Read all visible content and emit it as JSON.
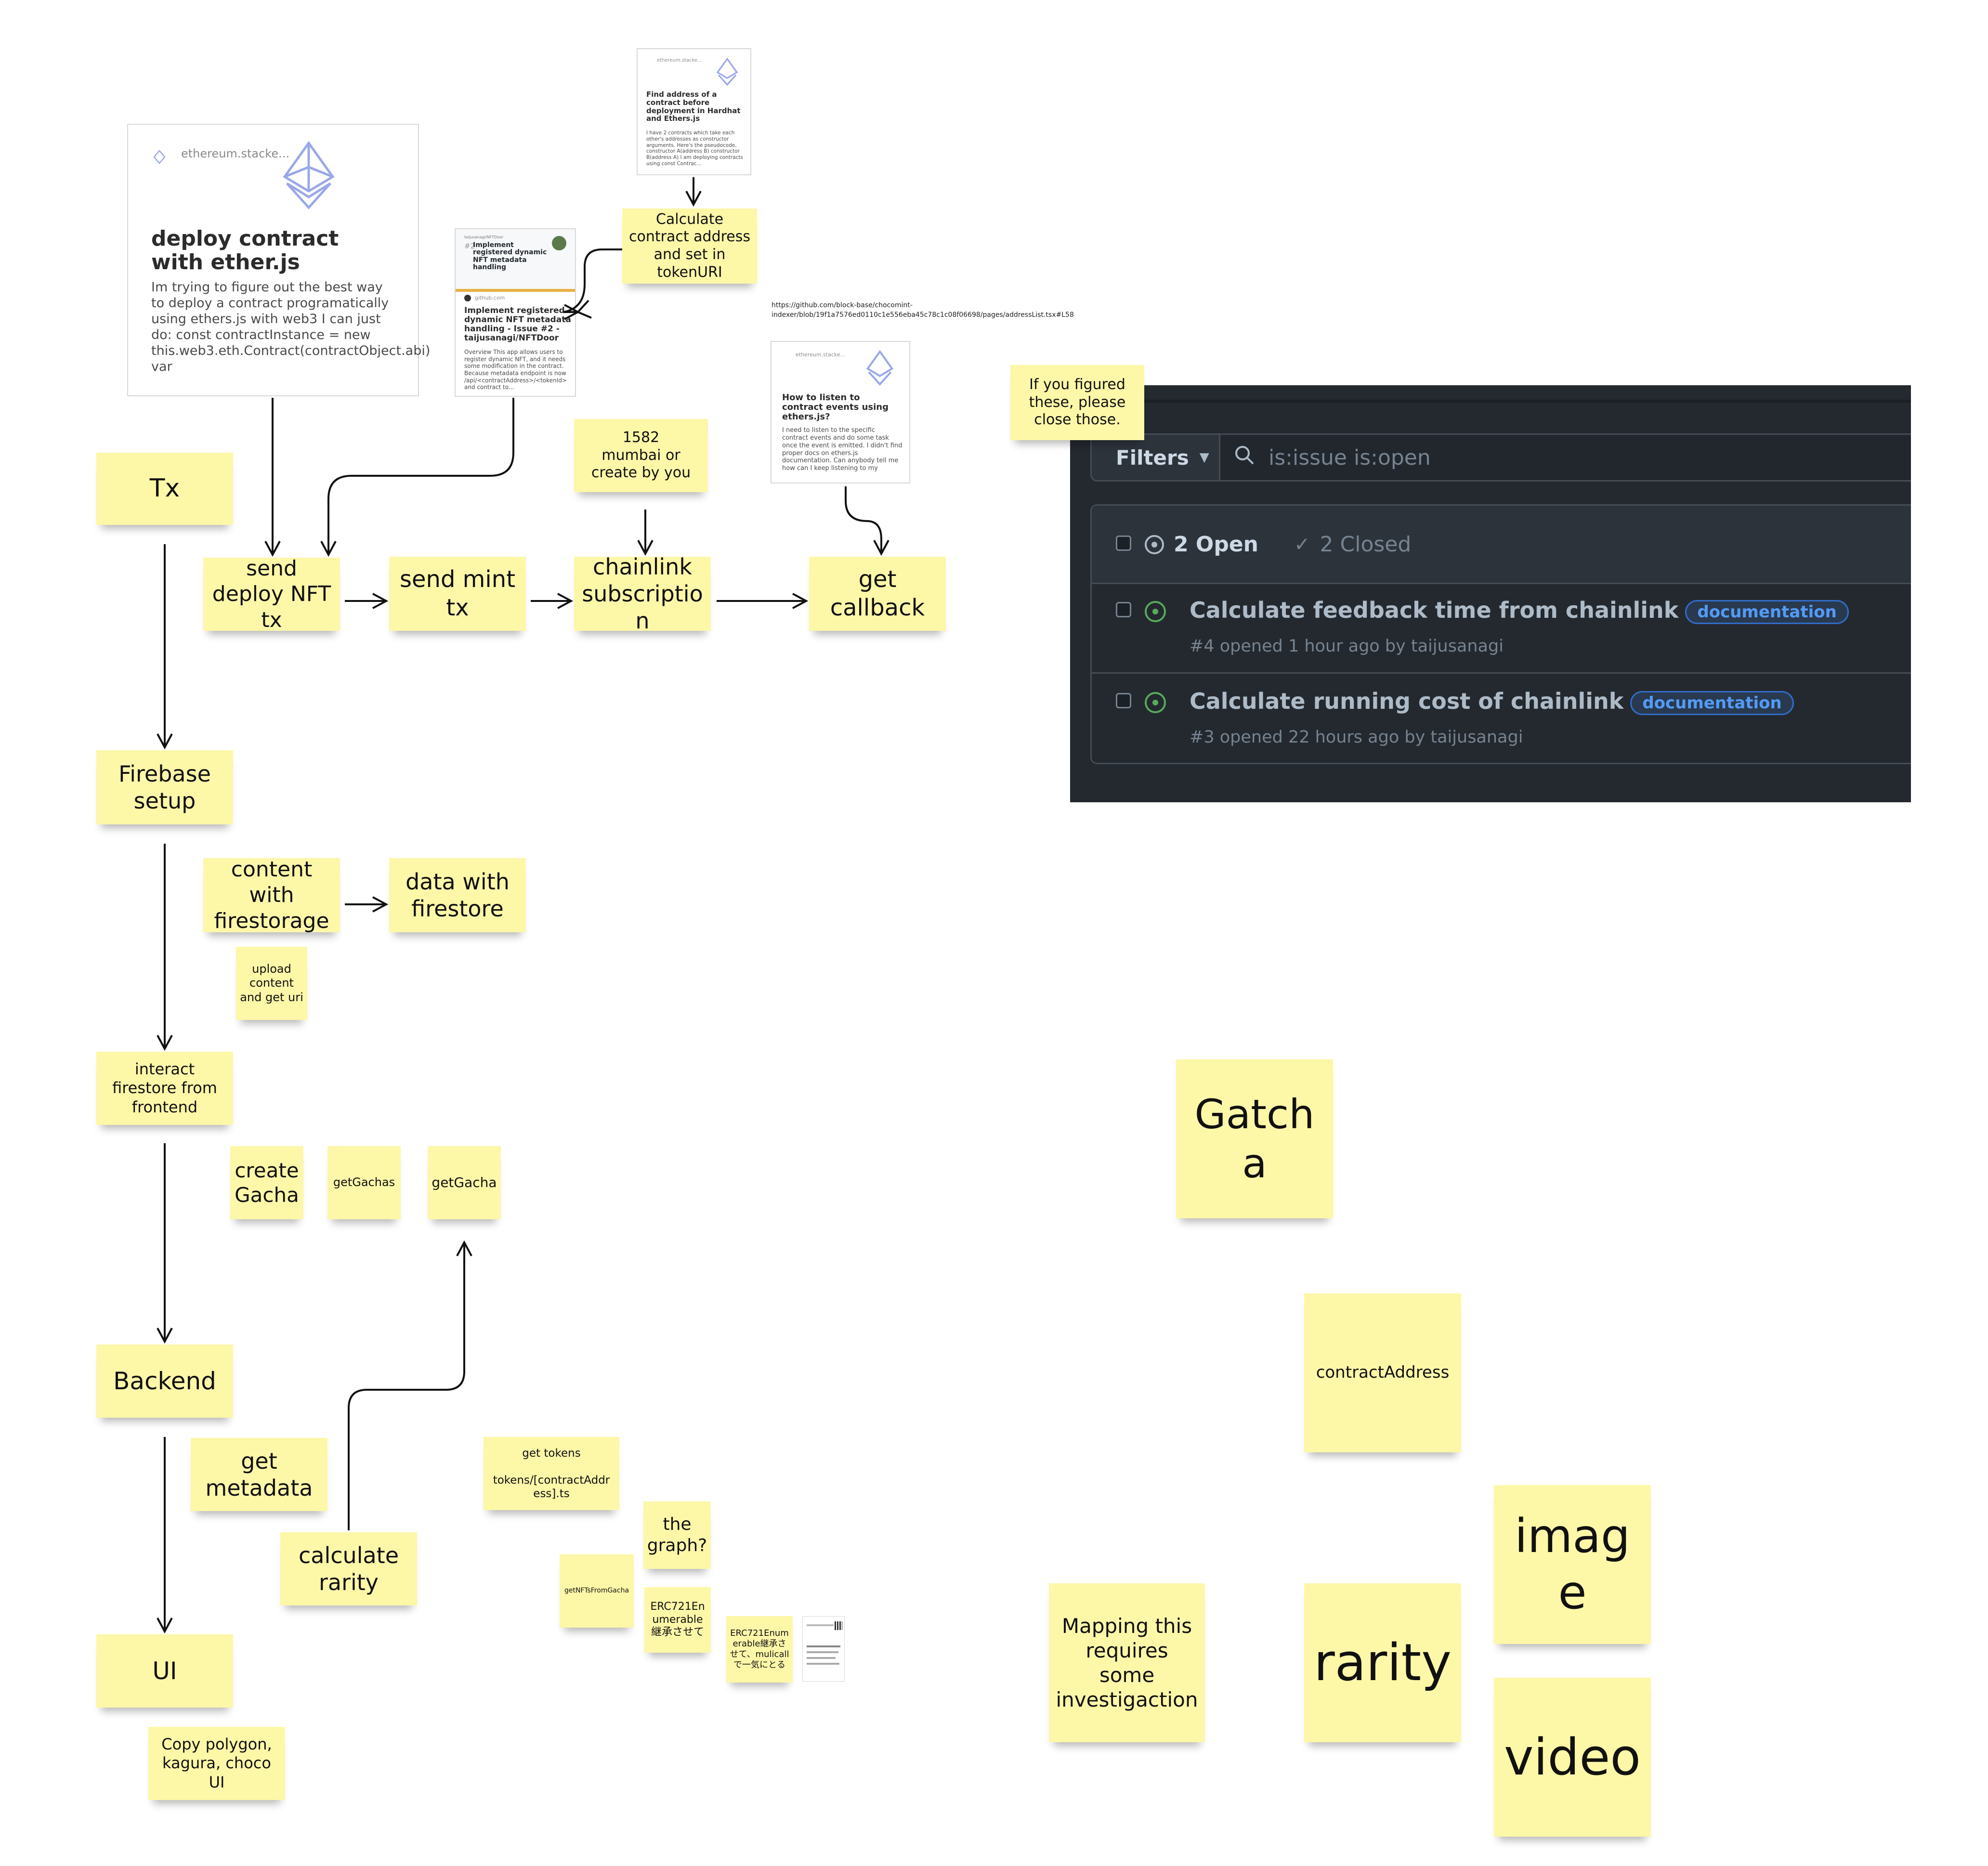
{
  "cards": {
    "deploy": {
      "site": "ethereum.stacke...",
      "title": "deploy contract with ether.js",
      "desc": "Im trying to figure out the best way to deploy a contract programatically using ethers.js with web3 I can just do: const contractInstance = new this.web3.eth.Contract(contractObject.abi) var"
    },
    "find_address": {
      "site": "ethereum.stacke...",
      "title": "Find address of a contract before deployment in Hardhat and Ethers.js",
      "desc": "I have 2 contracts which take each other's addresses as constructor arguments. Here's the pseudocode, constructor A(address B) constructor B(address A) I am deploying contracts using const Contrac..."
    },
    "github_issue": {
      "header": "taijusanagi/NFTDoor",
      "hash": "#2",
      "header_title": "Implement registered dynamic NFT metadata handling",
      "site": "github.com",
      "title": "Implement registered dynamic NFT metadata handling - Issue #2 - taijusanagi/NFTDoor",
      "desc": "Overview This app allows users to register dynamic NFT, and it needs some modification in the contract. Because metadata endpoint is now /api/<contractAddress>/<tokenId> and contract to..."
    },
    "listen_events": {
      "site": "ethereum.stacke...",
      "title": "How to listen to contract events using ethers.js?",
      "desc": "I need to listen to the specific contract events and do some task once the event is emitted. I didn't find proper docs on ethers.js documentation. Can anybody tell me how can I keep listening to my"
    }
  },
  "url_text": "https://github.com/block-base/chocomint-indexer/blob/19f1a7576ed0110c1e556eba45c78c1c08f06698/pages/addressList.tsx#L58",
  "notes": {
    "calc_contract": "Calculate contract address and set in tokenURI",
    "mumbai": "1582\nmumbai or\ncreate by you",
    "tx": "Tx",
    "send_deploy": "send deploy NFT tx",
    "send_mint": "send mint tx",
    "chainlink_sub": "chainlink subscription",
    "get_callback": "get callback",
    "firebase": "Firebase setup",
    "content_firestorage": "content with firestorage",
    "data_firestore": "data with firestore",
    "upload_content": "upload content and get uri",
    "interact_firestore": "interact firestore from frontend",
    "create_gacha": "create Gacha",
    "get_gachas": "getGachas",
    "get_gacha": "getGacha",
    "backend": "Backend",
    "get_metadata": "get metadata",
    "calculate_rarity": "calculate rarity",
    "get_tokens": "get tokens\n\ntokens/[contractAddress].ts",
    "the_graph": "the graph?",
    "get_nfts": "getNFTsFromGacha",
    "erc721_a": "ERC721Enumerable継承させて",
    "erc721_b": "ERC721Enumerable継承させて、mulicallで一気にとる",
    "ui": "UI",
    "copy_polygon": "Copy polygon, kagura, choco UI",
    "if_figured": "If you figured these, please close those.",
    "gatcha": "Gatcha",
    "contract_address": "contractAddress",
    "mapping": "Mapping this requires some investigaction",
    "rarity": "rarity",
    "image": "image",
    "video": "video"
  },
  "github_panel": {
    "filters_label": "Filters",
    "search_value": "is:issue is:open",
    "open_count": "2 Open",
    "closed_count": "2 Closed",
    "issues": [
      {
        "title": "Calculate feedback time from chainlink",
        "label": "documentation",
        "meta": "#4 opened 1 hour ago by taijusanagi"
      },
      {
        "title": "Calculate running cost of chainlink",
        "label": "documentation",
        "meta": "#3 opened 22 hours ago by taijusanagi"
      }
    ],
    "colors": {
      "bg": "#24292f",
      "open_icon": "#57ab5a",
      "label": "#539bf5"
    }
  },
  "colors": {
    "sticky": "#fdf7a8",
    "arrow": "#111111"
  }
}
